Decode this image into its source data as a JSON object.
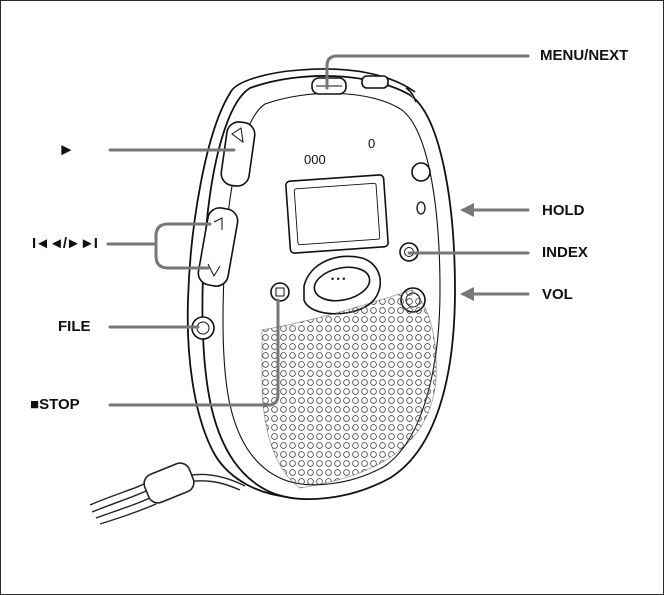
{
  "labels": {
    "menu_next": "MENU/NEXT",
    "play_symbol": "►",
    "hold": "HOLD",
    "skip_symbol": "I◄◄/►►I",
    "index": "INDEX",
    "vol": "VOL",
    "file": "FILE",
    "stop_mark": "■",
    "stop": "STOP"
  },
  "device_markings": {
    "mic_dots": "000",
    "led_mark": "0"
  },
  "colors": {
    "ink": "#111111",
    "leader_line": "#777777",
    "speaker_holes": "#555555"
  }
}
